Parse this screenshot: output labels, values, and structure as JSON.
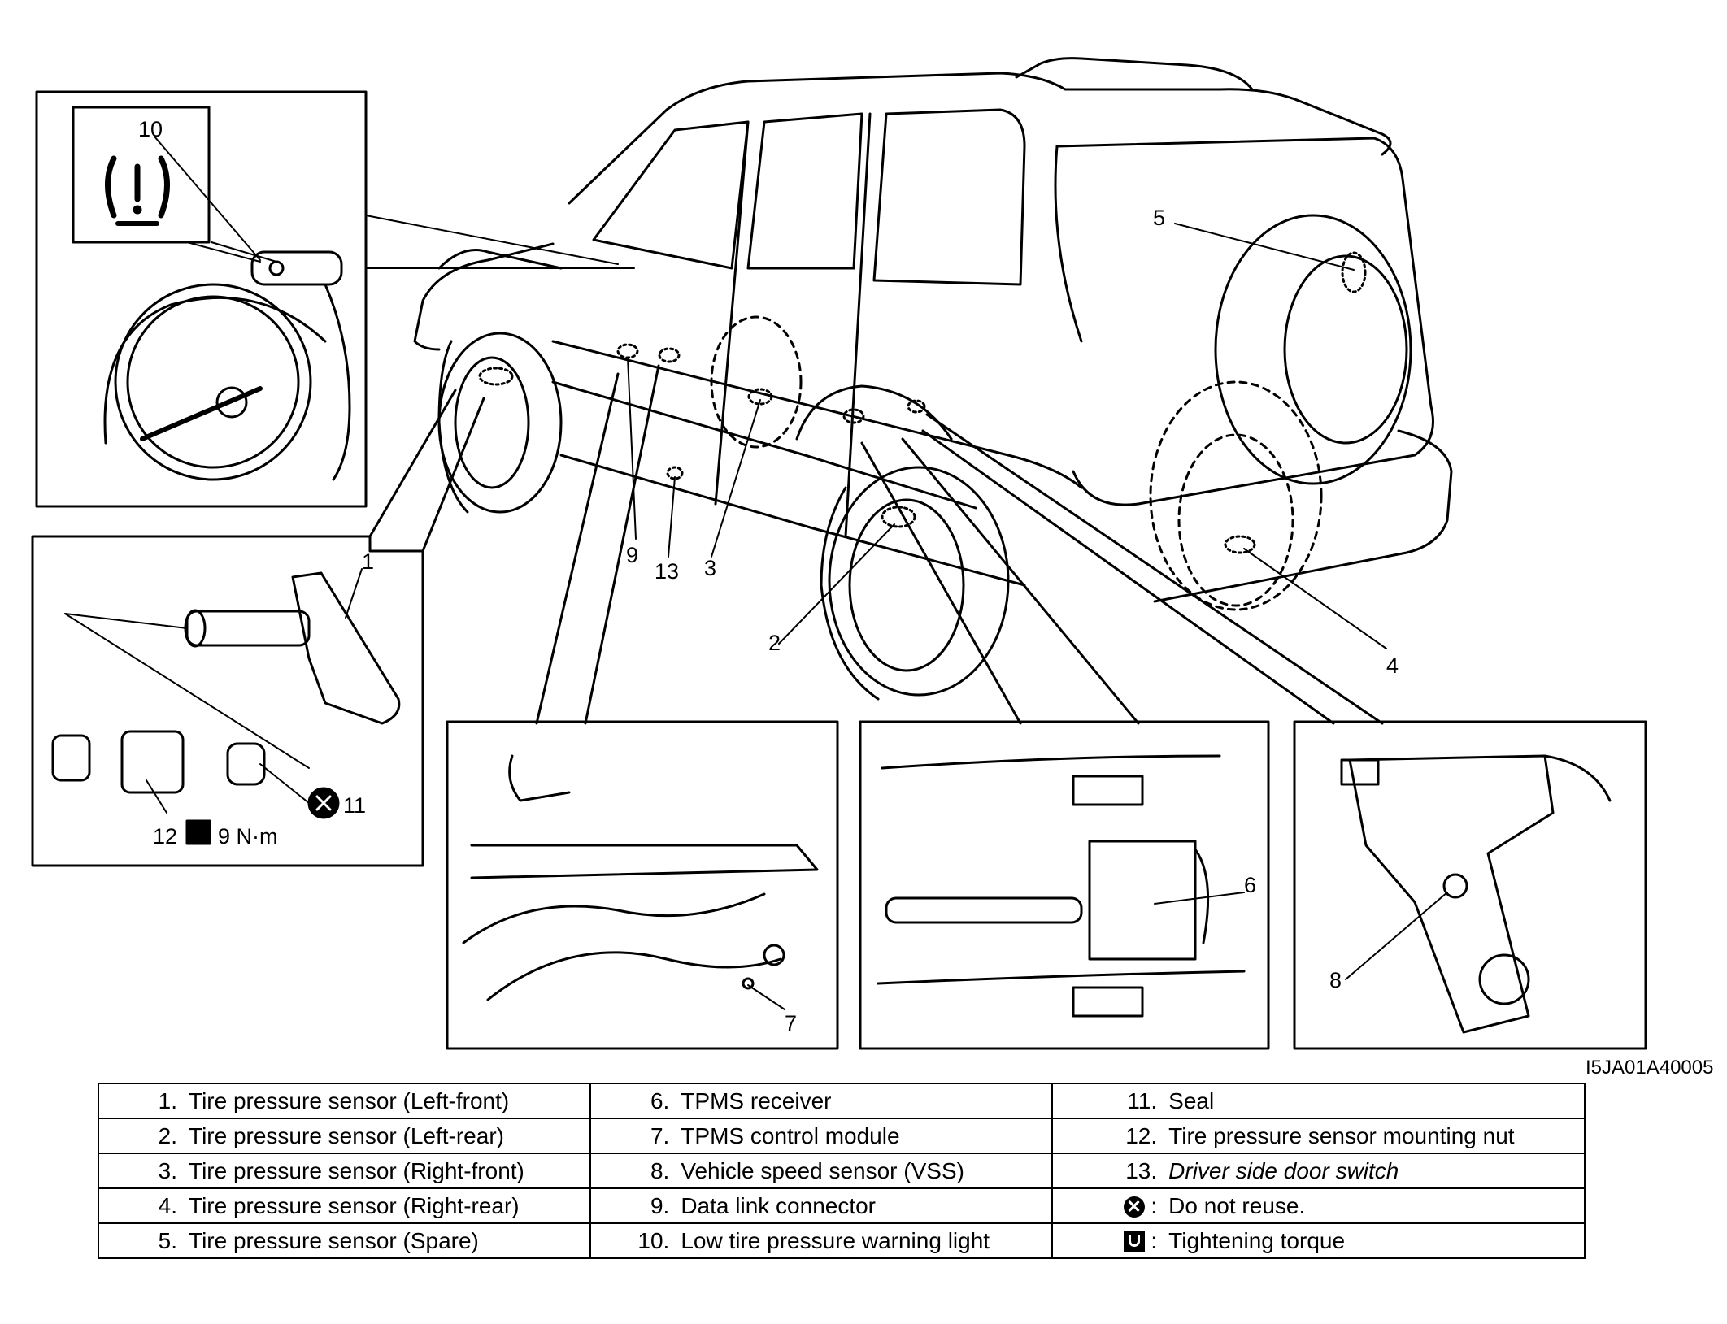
{
  "figure_id": "I5JA01A40005",
  "callouts": {
    "c1": "1",
    "c2": "2",
    "c3": "3",
    "c4": "4",
    "c5": "5",
    "c6": "6",
    "c7": "7",
    "c8": "8",
    "c9": "9",
    "c10": "10",
    "c11": "11",
    "c12": "12",
    "c13": "13"
  },
  "torque_value": "9 N·m",
  "legend": {
    "col1": [
      {
        "num": "1.",
        "text": "Tire pressure sensor (Left-front)"
      },
      {
        "num": "2.",
        "text": "Tire pressure sensor (Left-rear)"
      },
      {
        "num": "3.",
        "text": "Tire pressure sensor (Right-front)"
      },
      {
        "num": "4.",
        "text": "Tire pressure sensor (Right-rear)"
      },
      {
        "num": "5.",
        "text": "Tire pressure sensor (Spare)"
      }
    ],
    "col2": [
      {
        "num": "6.",
        "text": "TPMS receiver"
      },
      {
        "num": "7.",
        "text": "TPMS control module"
      },
      {
        "num": "8.",
        "text": "Vehicle speed sensor (VSS)"
      },
      {
        "num": "9.",
        "text": "Data link connector"
      },
      {
        "num": "10.",
        "text": "Low tire pressure warning light"
      }
    ],
    "col3": [
      {
        "num": "11.",
        "text": "Seal"
      },
      {
        "num": "12.",
        "text": "Tire pressure sensor mounting nut"
      },
      {
        "num": "13.",
        "text": "Driver side door switch"
      },
      {
        "num": ":",
        "text": "Do not reuse."
      },
      {
        "num": ":",
        "text": "Tightening torque"
      }
    ]
  },
  "icons": {
    "do_not_reuse": "x-circle-icon",
    "tightening_torque": "torque-icon",
    "tpms_warning": "tire-pressure-warning-icon"
  }
}
